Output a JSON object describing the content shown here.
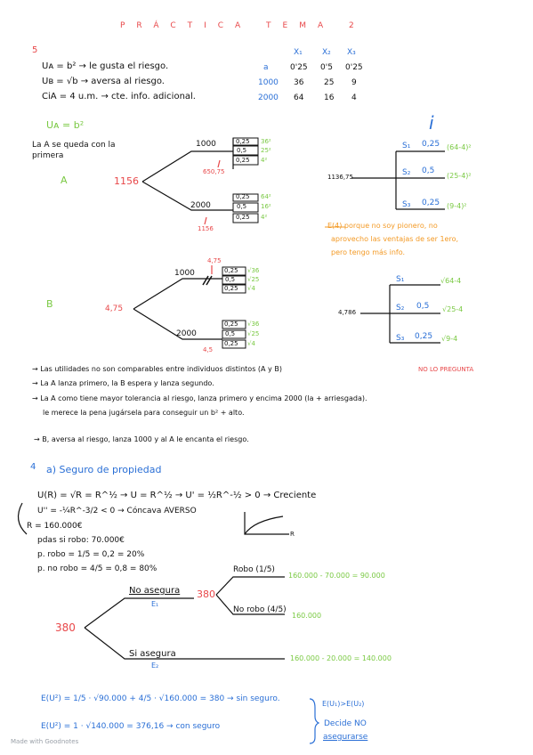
{
  "title": "PRÁCTICA TEMA 2",
  "ex5": {
    "number": "5",
    "lines": [
      "Uᴀ = b² → le gusta el riesgo.",
      "Uʙ = √b → aversa al riesgo.",
      "CiA = 4 u.m. → cte. info. adicional."
    ],
    "table": {
      "headers": [
        "X₁",
        "X₂",
        "X₃"
      ],
      "rows": [
        {
          "label": "a",
          "values": [
            "0'25",
            "0'5",
            "0'25"
          ]
        },
        {
          "label": "1000",
          "values": [
            "36",
            "25",
            "9"
          ]
        },
        {
          "label": "2000",
          "values": [
            "64",
            "16",
            "4"
          ]
        }
      ]
    },
    "ua_label": "Uᴀ = b²",
    "note_a": "La A se queda con la primera",
    "tree_a": {
      "label": "A",
      "root_value": "1156",
      "b1": "1000",
      "b2": "2000",
      "b1_probs": [
        "0,25",
        "0,5",
        "0,25"
      ],
      "b1_vals": [
        "36²",
        "25²",
        "4²"
      ],
      "b1_ev": "650,75",
      "b2_probs": [
        "0,25",
        "0,5",
        "0,25"
      ],
      "b2_vals": [
        "64²",
        "16²",
        "4²"
      ],
      "b2_ev": "1156"
    },
    "tree_b": {
      "label": "B",
      "root_value": "4,75",
      "b1": "1000",
      "b2": "2000",
      "b1_ev": "4,75",
      "b2_ev": "4,5",
      "b1_probs": [
        "0,25",
        "0,5",
        "0,25"
      ],
      "b1_vals": [
        "√36",
        "√25",
        "√4"
      ],
      "b2_probs": [
        "0,25",
        "0,5",
        "0,25"
      ],
      "b2_vals": [
        "√36",
        "√25",
        "√4"
      ]
    },
    "info": {
      "symbol": "i",
      "root": "1136,75",
      "states": [
        "S₁",
        "S₂",
        "S₃"
      ],
      "probs": [
        "0,25",
        "0,5",
        "0,25"
      ],
      "vals_a": [
        "(64-4)²",
        "(25-4)²",
        "(9-4)²"
      ],
      "root_b": "4,786",
      "vals_b": [
        "√64-4",
        "√25-4",
        "√9-4"
      ],
      "comment": [
        "E(4) porque no soy pionero, no",
        "aprovecho las ventajas de ser 1ero,",
        "pero tengo más info."
      ]
    },
    "conclusions": [
      {
        "text": "→ Las utilidades no son comparables entre individuos distintos (A y B)",
        "tag": "NO LO PREGUNTA"
      },
      {
        "text": "→ La A lanza primero, la B espera y lanza segundo.",
        "tag": ""
      },
      {
        "text": "→ La A como tiene mayor tolerancia al riesgo, lanza primero y encima 2000 (la + arriesgada).",
        "tag": ""
      },
      {
        "text": "le merece la pena jugársela para conseguir un b² + alto.",
        "tag": ""
      },
      {
        "text": "→ B, aversa al riesgo, lanza 1000 y al A le encanta el riesgo.",
        "tag": ""
      }
    ]
  },
  "ex4": {
    "number": "4",
    "heading": "a) Seguro de propiedad",
    "lines": [
      "U(R) = √R = R^½  →  U = R^½  →  U' = ½R^-½ > 0 → Creciente",
      "U'' = -¼R^-3/2 < 0 → Cóncava   AVERSO",
      "R = 160.000€",
      "pdas si robo: 70.000€",
      "p. robo = 1/5 = 0,2 = 20%",
      "p. no robo = 4/5 = 0,8 = 80%"
    ],
    "axis_label": "R",
    "tree": {
      "root": "380",
      "no_insure": "No asegura",
      "e1": "E₁",
      "node_value": "380",
      "robo": "Robo (1/5)",
      "no_robo": "No robo (4/5)",
      "robo_val": "160.000 - 70.000 = 90.000",
      "no_robo_val": "160.000",
      "insure": "Si asegura",
      "e2": "E₂",
      "insure_val": "160.000 - 20.000 = 140.000"
    },
    "eq1": "E(U²) = 1/5 · √90.000 + 4/5 · √160.000 = 380 → sin seguro.",
    "eq2": "E(U²) = 1 · √140.000 = 376,16 → con seguro",
    "decision": [
      "E(U₁)>E(U₂)",
      "Decide NO",
      "asegurarse"
    ]
  },
  "watermark": "Made with Goodnotes"
}
